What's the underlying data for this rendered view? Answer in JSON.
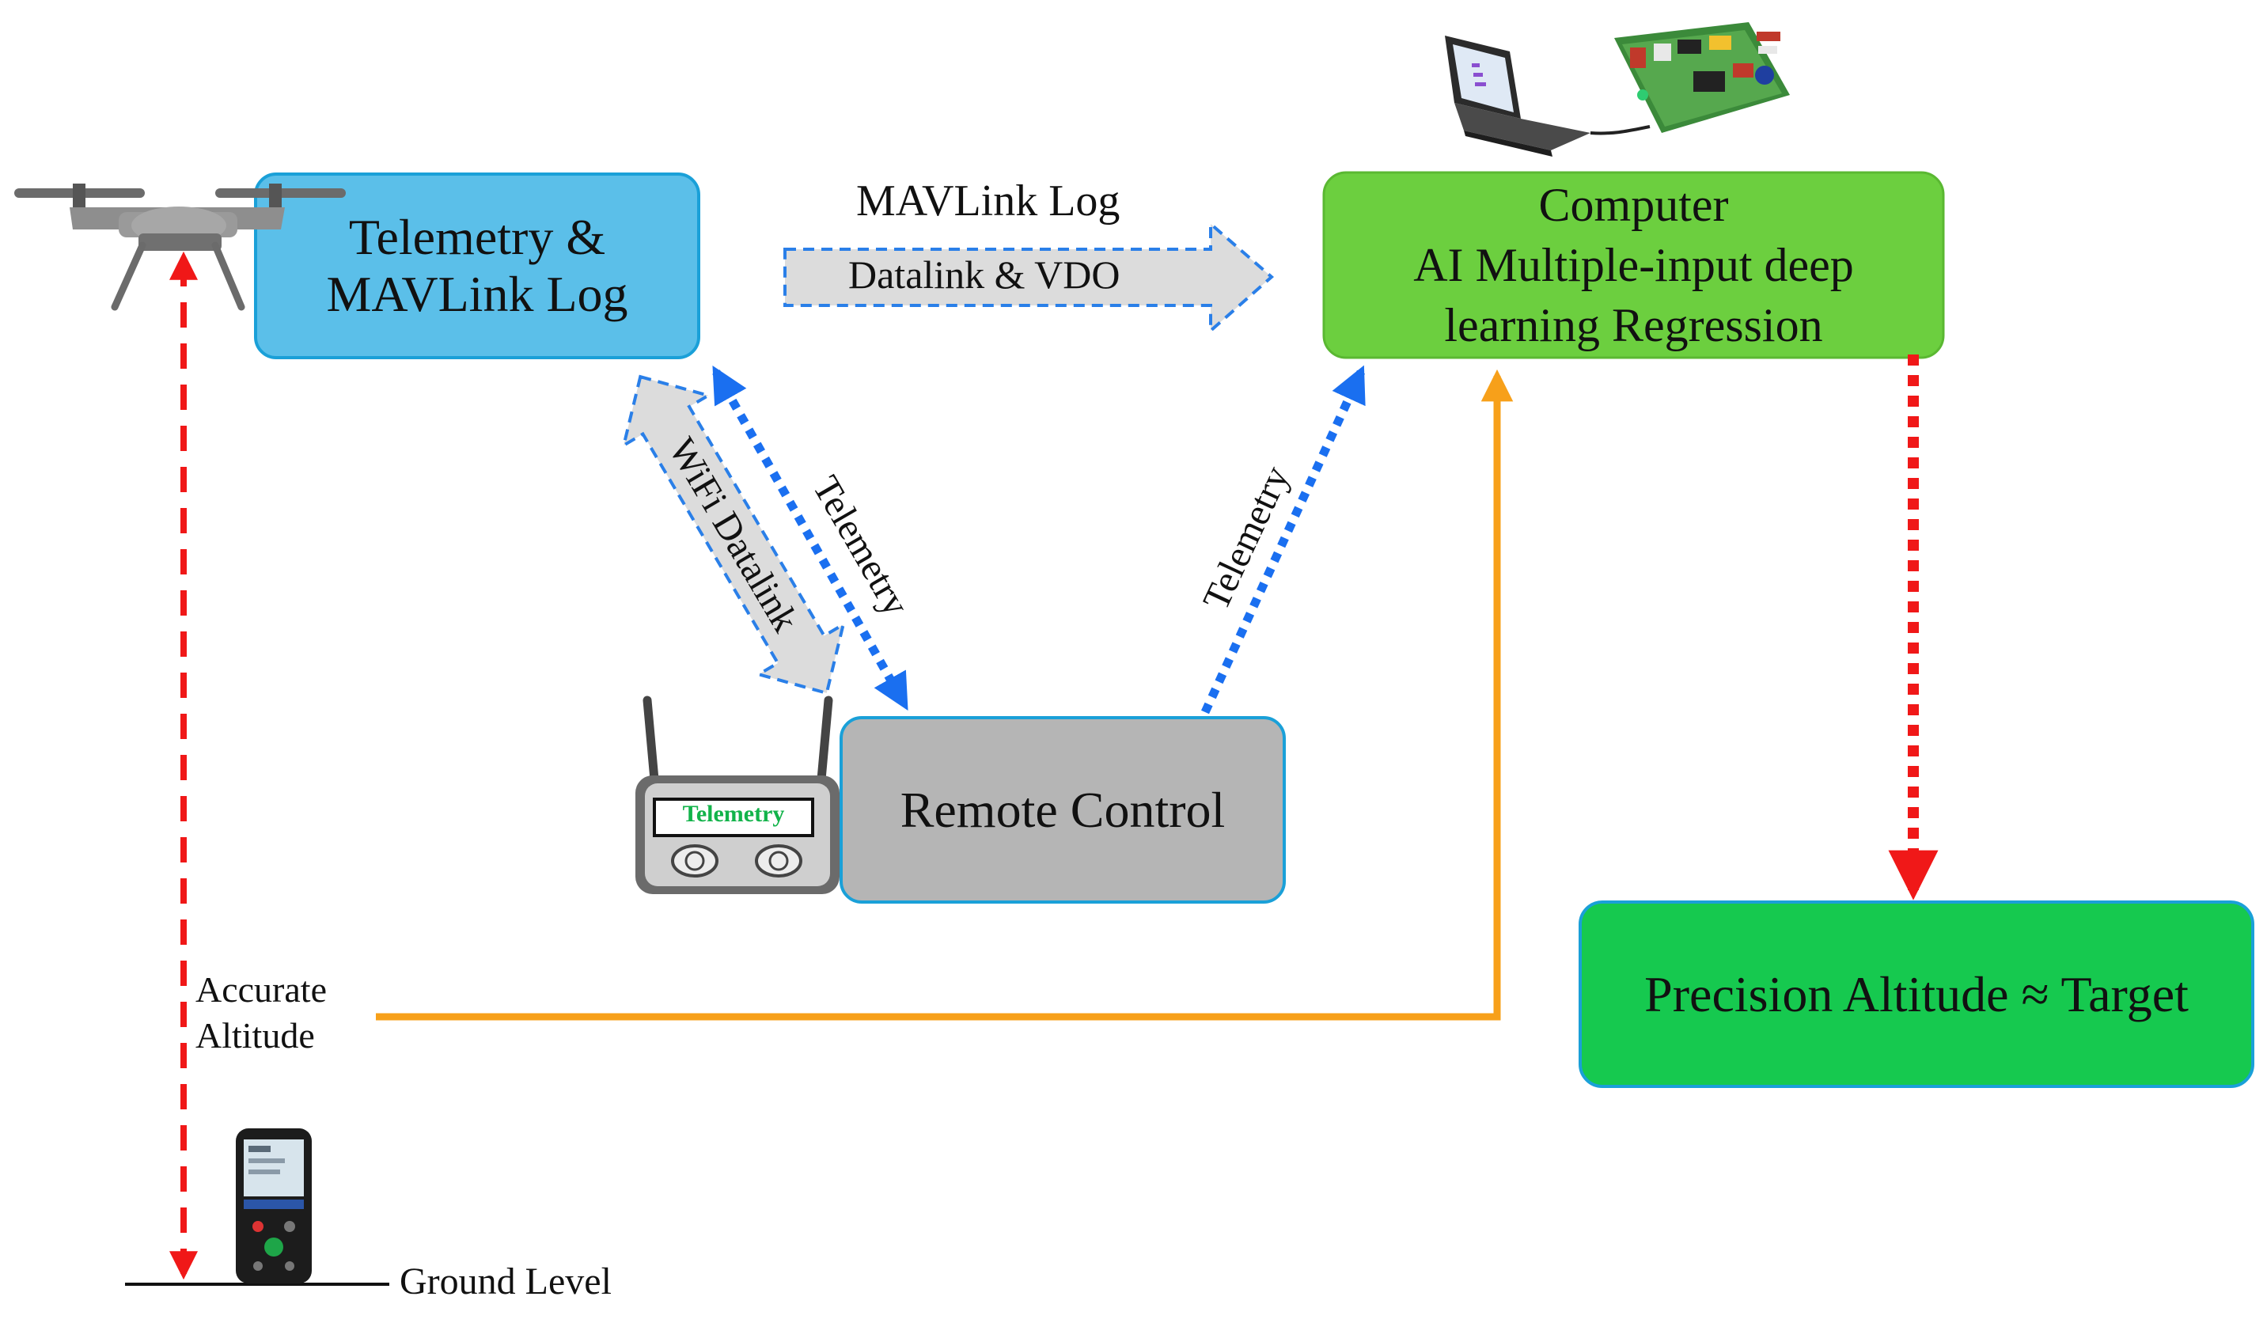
{
  "boxes": {
    "telemetry_log": {
      "lines": [
        "Telemetry &",
        "MAVLink Log"
      ],
      "fill": "#5bbfe9"
    },
    "computer": {
      "lines": [
        "Computer",
        "AI Multiple-input deep",
        "learning Regression"
      ],
      "fill": "#6ccf3f"
    },
    "remote_control": {
      "label": "Remote Control",
      "fill": "#b5b5b5"
    },
    "precision": {
      "label": "Precision Altitude ≈ Target",
      "fill": "#16c94f"
    }
  },
  "labels": {
    "mavlink_log": "MAVLink Log",
    "datalink_vdo": "Datalink & VDO",
    "wifi_datalink": "WiFi Datalink",
    "telemetry_left": "Telemetry",
    "telemetry_right": "Telemetry",
    "accurate_altitude": [
      "Accurate",
      "Altitude"
    ],
    "ground_level": "Ground Level",
    "rc_screen": "Telemetry"
  },
  "colors": {
    "telemetry_dotted": "#1a6ff0",
    "altitude_dashed": "#f01818",
    "accurate_line": "#f7a01a",
    "wide_arrow_fill": "#dcdcdc",
    "wide_arrow_border": "#2a7fe8",
    "rc_screen_text": "#12b34a",
    "box_border": "#1aa0d8"
  },
  "icons": [
    "drone-icon",
    "laptop-icon",
    "circuit-board-icon",
    "remote-controller-icon",
    "laser-rangefinder-icon"
  ]
}
